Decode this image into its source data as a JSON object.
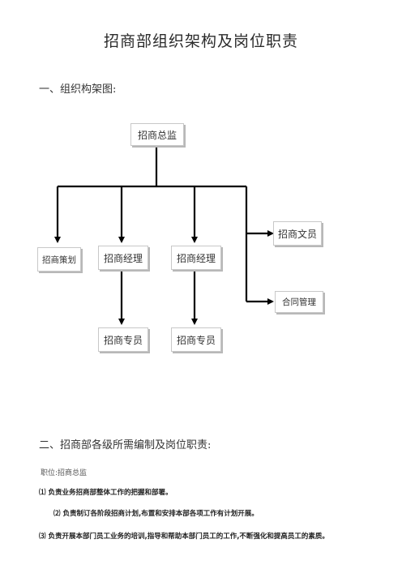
{
  "title": "招商部组织架构及岗位职责",
  "section1": "一、组织构架图:",
  "org_chart": {
    "director": "招商总监",
    "planning": "招商策划",
    "manager_1": "招商经理",
    "manager_2": "招商经理",
    "specialist_1": "招商专员",
    "specialist_2": "招商专员",
    "clerk": "招商文员",
    "contract": "合同管理"
  },
  "section2": "二、招商部各级所需编制及岗位职责:",
  "position_line": "职位:招商总监",
  "duties": [
    "⑴  负责业务招商部整体工作的把握和部署。",
    "⑵ 负责制订各阶段招商计划,布置和安排本部各项工作有计划开展。",
    "⑶ 负责开展本部门员工业务的培训,指导和帮助本部门员工的工作,不断强化和提高员工的素质。"
  ]
}
